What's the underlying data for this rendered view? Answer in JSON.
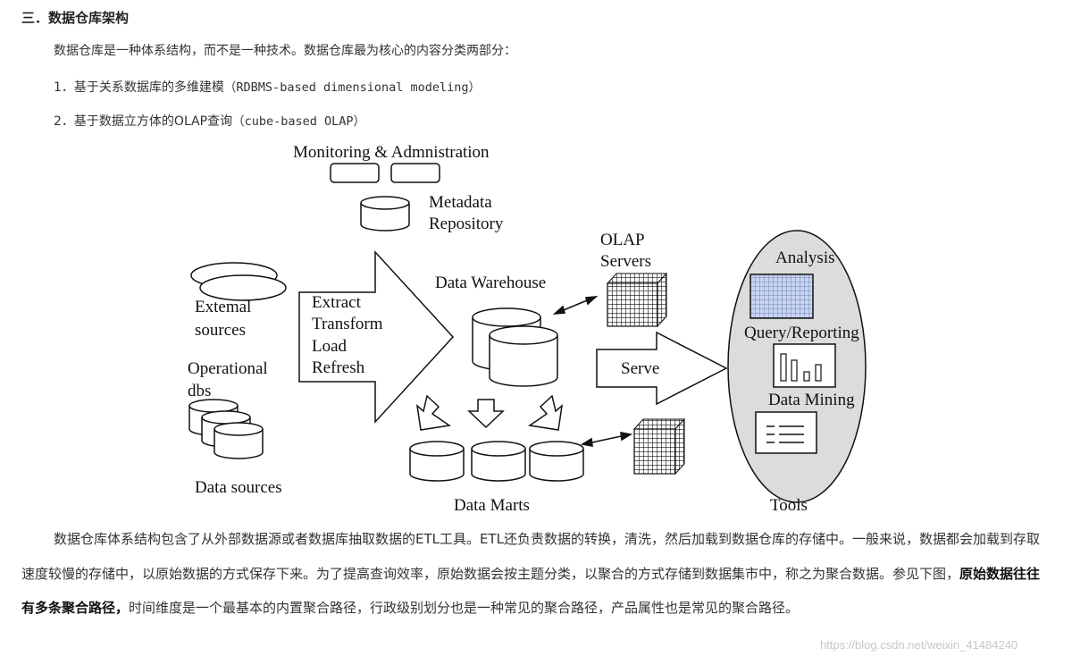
{
  "heading": "三．数据仓库架构",
  "intro": "数据仓库是一种体系结构，而不是一种技术。数据仓库最为核心的内容分类两部分：",
  "list": [
    {
      "num": "1．",
      "cn": "基于关系数据库的多维建模",
      "en": "（RDBMS-based dimensional modeling）"
    },
    {
      "num": "2．",
      "cn": "基于数据立方体的OLAP查询",
      "en": "（cube-based OLAP）"
    }
  ],
  "diagram": {
    "monitoring": "Monitoring & Admnistration",
    "metadata": [
      "Metadata",
      "Repository"
    ],
    "olap": [
      "OLAP",
      "Servers"
    ],
    "analysis": "Analysis",
    "data_warehouse": "Data Warehouse",
    "external": [
      "Extemal",
      "sources"
    ],
    "etl": [
      "Extract",
      "Transform",
      "Load",
      "Refresh"
    ],
    "operational": [
      "Operational",
      "dbs"
    ],
    "serve": "Serve",
    "query": "Query/Reporting",
    "mining": "Data Mining",
    "data_sources": "Data sources",
    "data_marts": "Data Marts",
    "tools": "Tools"
  },
  "body": {
    "text1": "数据仓库体系结构包含了从外部数据源或者数据库抽取数据的ETL工具。ETL还负责数据的转换，清洗，然后加载到数据仓库的存储中。一般来说，数据都会加载到存取速度较慢的存储中，以原始数据的方式保存下来。为了提高查询效率，原始数据会按主题分类，以聚合的方式存储到数据集市中，称之为聚合数据。参见下图，",
    "bold": "原始数据往往有多条聚合路径，",
    "text2": "时间维度是一个最基本的内置聚合路径，行政级别划分也是一种常见的聚合路径，产品属性也是常见的聚合路径。"
  },
  "watermark": "https://blog.csdn.net/weixin_41484240"
}
